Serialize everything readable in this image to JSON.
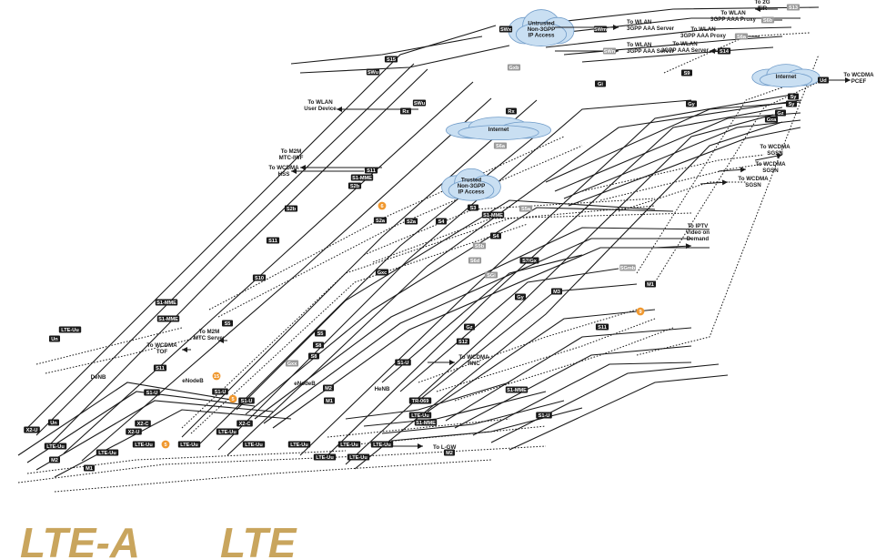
{
  "colors": {
    "line": "#1a1a1a",
    "badge_dark": "#1a1a1a",
    "badge_light": "#9a9a9a",
    "badge_text": "#ffffff",
    "cloud": "#c9dff2",
    "cloud_edge": "#6f9bc8",
    "orange": "#f0982f",
    "footer": "#c9a55d"
  },
  "footer": {
    "lte_a": "LTE-A",
    "lte": "LTE"
  },
  "clouds": [
    {
      "id": "untrusted",
      "text": [
        "Untrusted",
        "Non-3GPP",
        "IP Access"
      ]
    },
    {
      "id": "internet-mid",
      "text": [
        "Internet"
      ]
    },
    {
      "id": "trusted",
      "text": [
        "Trusted",
        "Non-3GPP",
        "IP Access"
      ]
    },
    {
      "id": "internet-right",
      "text": [
        "Internet"
      ]
    }
  ],
  "badges": [
    {
      "text": "S13",
      "light": true
    },
    {
      "text": "S6b",
      "light": true
    },
    {
      "text": "S6a",
      "light": true
    },
    {
      "text": "S14",
      "light": false
    },
    {
      "text": "SWx",
      "light": false
    },
    {
      "text": "SWm",
      "light": false
    },
    {
      "text": "SWn",
      "light": true
    },
    {
      "text": "Gxb",
      "light": true
    },
    {
      "text": "S15",
      "light": false
    },
    {
      "text": "SWu",
      "light": false
    },
    {
      "text": "SWu",
      "light": false
    },
    {
      "text": "Rx",
      "light": false
    },
    {
      "text": "Rx",
      "light": false
    },
    {
      "text": "S9",
      "light": false
    },
    {
      "text": "Gi",
      "light": false
    },
    {
      "text": "Ud",
      "light": false
    },
    {
      "text": "Sy",
      "light": false
    },
    {
      "text": "Sy",
      "light": false
    },
    {
      "text": "Gy",
      "light": false
    },
    {
      "text": "Gz",
      "light": false
    },
    {
      "text": "Gxa",
      "light": false
    },
    {
      "text": "S6a",
      "light": true
    },
    {
      "text": "S11",
      "light": false
    },
    {
      "text": "S1-MME",
      "light": false
    },
    {
      "text": "S2b",
      "light": false
    },
    {
      "text": "S2b",
      "light": false
    },
    {
      "text": "S11",
      "light": false
    },
    {
      "text": "S10",
      "light": false
    },
    {
      "text": "S3",
      "light": false
    },
    {
      "text": "S1-MME",
      "light": false
    },
    {
      "text": "S5a",
      "light": true
    },
    {
      "text": "S2a",
      "light": false
    },
    {
      "text": "S2a",
      "light": false
    },
    {
      "text": "S4",
      "light": false
    },
    {
      "text": "S4",
      "light": false
    },
    {
      "text": "S5b",
      "light": true
    },
    {
      "text": "Gxc",
      "light": false
    },
    {
      "text": "S6d",
      "light": true
    },
    {
      "text": "S7/Gx",
      "light": false
    },
    {
      "text": "SGi",
      "light": true
    },
    {
      "text": "Gy",
      "light": false
    },
    {
      "text": "M3",
      "light": false
    },
    {
      "text": "SGmb",
      "light": true
    },
    {
      "text": "M1",
      "light": false
    },
    {
      "text": "S11",
      "light": false
    },
    {
      "text": "S1-MME",
      "light": false
    },
    {
      "text": "S1-MME",
      "light": false
    },
    {
      "text": "S5",
      "light": false
    },
    {
      "text": "S5",
      "light": false
    },
    {
      "text": "S8",
      "light": false
    },
    {
      "text": "S8",
      "light": false
    },
    {
      "text": "Gxx",
      "light": true
    },
    {
      "text": "Gz",
      "light": false
    },
    {
      "text": "S12",
      "light": false
    },
    {
      "text": "S1-U",
      "light": false
    },
    {
      "text": "S11",
      "light": false
    },
    {
      "text": "S1-U",
      "light": false
    },
    {
      "text": "S1-U",
      "light": false
    },
    {
      "text": "S1-U",
      "light": false
    },
    {
      "text": "M2",
      "light": false
    },
    {
      "text": "M1",
      "light": false
    },
    {
      "text": "TR-069",
      "light": false
    },
    {
      "text": "S1-MME",
      "light": false
    },
    {
      "text": "S1-U",
      "light": false
    },
    {
      "text": "S1-MME",
      "light": false
    },
    {
      "text": "LTE-Uu",
      "light": false
    },
    {
      "text": "LTE-Uu",
      "light": false
    },
    {
      "text": "Un",
      "light": false
    },
    {
      "text": "Un",
      "light": false
    },
    {
      "text": "X2-U",
      "light": false
    },
    {
      "text": "X2-C",
      "light": false
    },
    {
      "text": "X2-U",
      "light": false
    },
    {
      "text": "X2-C",
      "light": false
    },
    {
      "text": "LTE-Uu",
      "light": false
    },
    {
      "text": "LTE-Uu",
      "light": false
    },
    {
      "text": "M2",
      "light": false
    },
    {
      "text": "LTE-Uu",
      "light": false
    },
    {
      "text": "LTE-Uu",
      "light": false
    },
    {
      "text": "LTE-Uu",
      "light": false
    },
    {
      "text": "LTE-Uu",
      "light": false
    },
    {
      "text": "LTE-Uu",
      "light": false
    },
    {
      "text": "LTE-Uu",
      "light": false
    },
    {
      "text": "LTE-Uu",
      "light": false
    },
    {
      "text": "LTE-Uu",
      "light": false
    },
    {
      "text": "LTE-Uu",
      "light": false
    },
    {
      "text": "M1",
      "light": false
    },
    {
      "text": "M2",
      "light": false
    }
  ],
  "labels": [
    [
      "To 2G",
      "EIR"
    ],
    [
      "To WLAN",
      "3GPP AAA Proxy"
    ],
    [
      "To WLAN",
      "3GPP AAA Proxy"
    ],
    [
      "To WLAN",
      "3GPP AAA Server"
    ],
    [
      "To WLAN",
      "3GPP AAA Server"
    ],
    [
      "To WLAN",
      "3GPP AAA Server"
    ],
    [
      "To WCDMA",
      "PCEF"
    ],
    [
      "To WLAN",
      "User Device"
    ],
    [
      "To M2M",
      "MTC-IWF"
    ],
    [
      "To WCDMA",
      "HSS"
    ],
    [
      "To WCDMA",
      "SGSN"
    ],
    [
      "To WCDMA",
      "SGSN"
    ],
    [
      "To WCDMA",
      "SGSN"
    ],
    [
      "To IPTV",
      "Video on",
      "Demand"
    ],
    [
      "To M2M",
      "MTC Server"
    ],
    [
      "To WCDMA",
      "TOF"
    ],
    [
      "To WCDMA",
      "RNC"
    ],
    [
      "DeNB"
    ],
    [
      "eNodeB"
    ],
    [
      "eNodeB"
    ],
    [
      "HeNB"
    ],
    [
      "To L-GW"
    ]
  ],
  "markers": [
    "6",
    "9",
    "5",
    "15",
    "5",
    "6"
  ]
}
